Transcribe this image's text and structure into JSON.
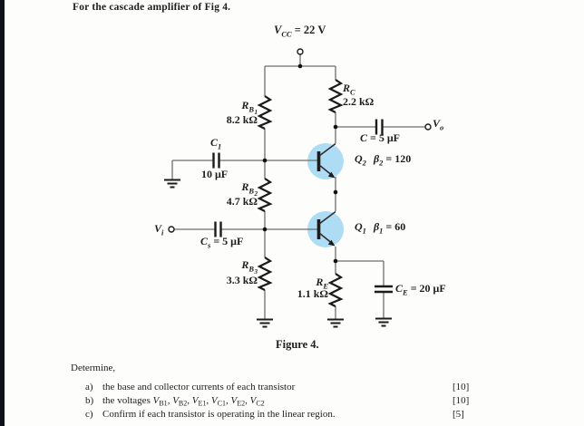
{
  "page": {
    "title": "For the cascade amplifier of Fig 4.",
    "figure_caption": "Figure 4."
  },
  "colors": {
    "transistor_highlight": "#aedcf4",
    "wire": "#6e6e6e",
    "component": "#1b1b1b"
  },
  "circuit": {
    "vcc": {
      "sym": "V",
      "sub": "CC",
      "value": "= 22 V"
    },
    "rb1": {
      "sym": "R",
      "sub": "B",
      "sub2": "1",
      "value": "8.2 kΩ"
    },
    "rb2": {
      "sym": "R",
      "sub": "B",
      "sub2": "2",
      "value": "4.7 kΩ"
    },
    "rb3": {
      "sym": "R",
      "sub": "B",
      "sub2": "3",
      "value": "3.3 kΩ"
    },
    "rc": {
      "sym": "R",
      "sub": "C",
      "value": "2.2 kΩ"
    },
    "re": {
      "sym": "R",
      "sub": "E",
      "value": "1.1 kΩ"
    },
    "c1": {
      "sym": "C",
      "sub": "1",
      "value": "10 μF"
    },
    "cs": {
      "sym": "C",
      "sub": "s",
      "value": "= 5 μF"
    },
    "cout": {
      "sym": "C",
      "value": "= 5 μF"
    },
    "ce": {
      "sym": "C",
      "sub": "E",
      "value": "= 20 μF"
    },
    "q2": {
      "sym": "Q",
      "sub": "2"
    },
    "beta2": {
      "sym": "β",
      "sub": "2",
      "value": "= 120"
    },
    "q1": {
      "sym": "Q",
      "sub": "1"
    },
    "beta1": {
      "sym": "β",
      "sub": "1",
      "value": "= 60"
    },
    "vi": {
      "sym": "V",
      "sub": "i"
    },
    "vo": {
      "sym": "V",
      "sub": "o"
    }
  },
  "questions": {
    "intro": "Determine,",
    "items": [
      {
        "label": "a)",
        "text": "the base and collector currents of each transistor",
        "mark": "[10]"
      },
      {
        "label": "b)",
        "prefix": "the voltages ",
        "mark": "[10]",
        "vars": [
          {
            "sym": "V",
            "sub": "B1",
            "sep": ", "
          },
          {
            "sym": "V",
            "sub": "B2",
            "sep": ", "
          },
          {
            "sym": "V",
            "sub": "E1",
            "sep": ", "
          },
          {
            "sym": "V",
            "sub": "C1",
            "sep": ", "
          },
          {
            "sym": "V",
            "sub": "E2",
            "sep": ", "
          },
          {
            "sym": "V",
            "sub": "C2",
            "sep": ""
          }
        ]
      },
      {
        "label": "c)",
        "text": "Confirm if each transistor is operating in the linear region.",
        "mark": "[5]"
      }
    ]
  }
}
